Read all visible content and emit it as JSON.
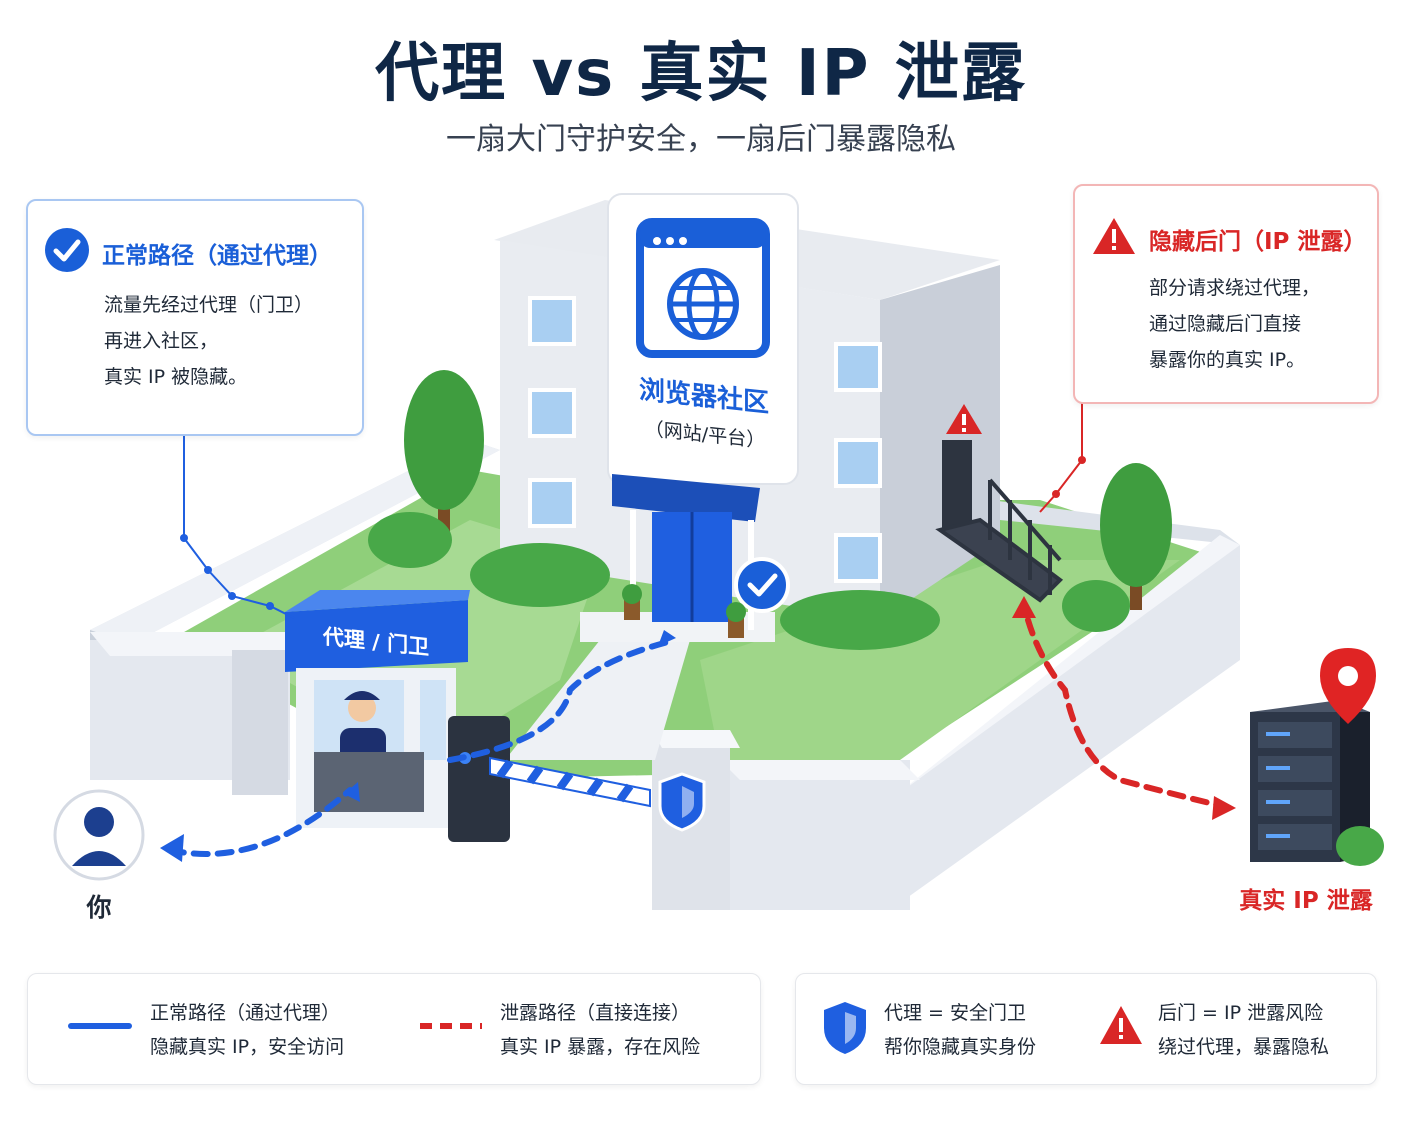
{
  "header": {
    "title": "代理 vs 真实 IP 泄露",
    "subtitle": "一扇大门守护安全，一扇后门暴露隐私"
  },
  "normal_card": {
    "title": "正常路径（通过代理）",
    "lines": [
      "流量先经过代理（门卫）",
      "再进入社区，",
      "真实 IP 被隐藏。"
    ]
  },
  "leak_card": {
    "title": "隐藏后门（IP 泄露）",
    "lines": [
      "部分请求绕过代理，",
      "通过隐藏后门直接",
      "暴露你的真实 IP。"
    ]
  },
  "scene": {
    "you_label": "你",
    "booth_label": "代理 / 门卫",
    "site_label": "浏览器社区",
    "site_sublabel": "（网站/平台）",
    "leak_label": "真实 IP 泄露"
  },
  "legend": {
    "normal_title": "正常路径（通过代理）",
    "normal_desc": "隐藏真实 IP，安全访问",
    "leak_title": "泄露路径（直接连接）",
    "leak_desc": "真实 IP 暴露，存在风险",
    "proxy_title": "代理 = 安全门卫",
    "proxy_desc": "帮你隐藏真实身份",
    "backdoor_title": "后门 = IP 泄露风险",
    "backdoor_desc": "绕过代理，暴露隐私"
  },
  "colors": {
    "accent_blue": "#1a5fd8",
    "alert_red": "#d92626",
    "title_navy": "#0f2746",
    "grass": "#8fcf7a",
    "wall": "#e6e9f0"
  },
  "icons": {
    "normal": "check-circle-icon",
    "leak": "warning-triangle-icon",
    "you": "user-avatar-icon",
    "server": "server-rack-icon",
    "location": "location-pin-icon",
    "shield": "shield-icon",
    "globe": "globe-icon"
  }
}
